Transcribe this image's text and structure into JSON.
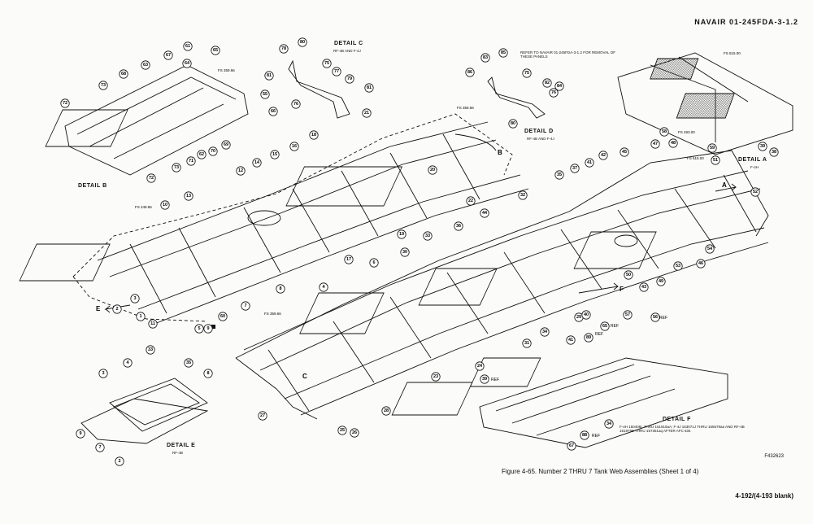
{
  "header": {
    "doc_id": "NAVAIR  01-245FDA-3-1.2"
  },
  "figure": {
    "caption": "Figure 4-65. Number 2 THRU 7 Tank Web Assemblies (Sheet 1 of 4)",
    "figure_id": "F432623",
    "page_number": "4-192/(4-193  blank)"
  },
  "details": {
    "a": {
      "label": "DETAIL A",
      "sub": "F-4H"
    },
    "b": {
      "label": "DETAIL B"
    },
    "c": {
      "label": "DETAIL C",
      "sub": "RF-4B AND F-4J"
    },
    "d": {
      "label": "DETAIL D",
      "sub": "RF-4B AND F-4J"
    },
    "e": {
      "label": "DETAIL E",
      "sub": "RF-4B"
    },
    "f": {
      "label": "DETAIL F",
      "sub": "F-4H 150406L THRU 151915aA; F-4J 153071J THRU 155679aa AND RF-4B 151979E THRU 157351aq AFTER AFC 534"
    }
  },
  "notes": {
    "panel_note": "REFER TO NAVAIR 01-245FDA-3-1.2 FOR REMOVAL OF THESE PANELS"
  },
  "stations": {
    "fs_359_a": "FS 359.66",
    "fs_359_b": "FS 359.66",
    "fs_359_c": "FS 359.66",
    "fs_249": "FS 249.65",
    "fs_515_a": "FS 515.00",
    "fs_515_b": "FS 515.00",
    "fs_493": "FS 493.00"
  },
  "section_letters": {
    "a": "A",
    "b": "B",
    "c": "C",
    "e": "E",
    "f": "F"
  },
  "ref_marks": {
    "ref_65": "REF",
    "ref_34": "REF",
    "ref_39": "REF",
    "ref_41": "REF",
    "ref_33": "REF"
  },
  "callouts": [
    "80",
    "78",
    "75",
    "81",
    "77",
    "79",
    "81",
    "76",
    "85",
    "83",
    "86",
    "75",
    "82",
    "84",
    "76",
    "80",
    "61",
    "63",
    "67",
    "65",
    "68",
    "73",
    "72",
    "69",
    "70",
    "55",
    "66",
    "62",
    "71",
    "64",
    "72",
    "73",
    "21",
    "18",
    "16",
    "15",
    "14",
    "12",
    "20",
    "22",
    "19",
    "17",
    "13",
    "10",
    "8",
    "11",
    "1",
    "2",
    "3",
    "60",
    "5",
    "9",
    "7",
    "6",
    "4",
    "28",
    "26",
    "25",
    "27",
    "24",
    "23",
    "31",
    "30",
    "33",
    "36",
    "32",
    "34",
    "29",
    "35",
    "37",
    "41",
    "42",
    "45",
    "47",
    "48",
    "51",
    "52",
    "53",
    "54",
    "46",
    "49",
    "50",
    "43",
    "40",
    "44",
    "38",
    "39",
    "59",
    "58",
    "57",
    "56",
    "89",
    "65",
    "39",
    "41",
    "34",
    "88",
    "67",
    "33",
    "35",
    "8",
    "4",
    "3",
    "9",
    "7",
    "2",
    "6",
    "5"
  ]
}
